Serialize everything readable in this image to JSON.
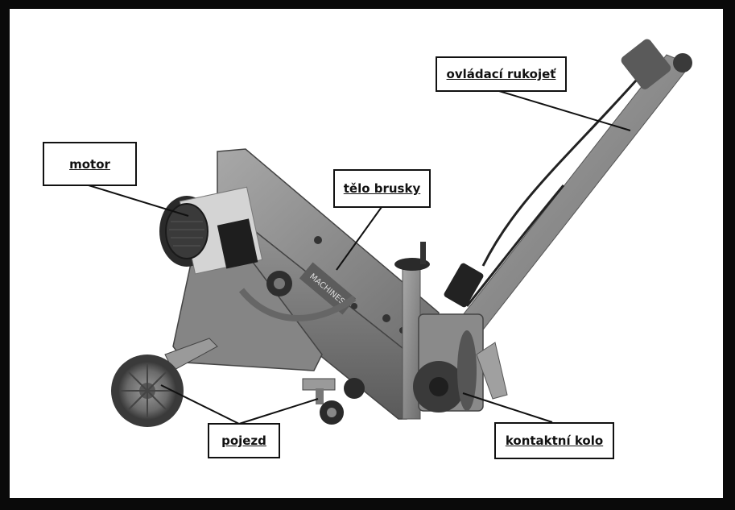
{
  "labels": {
    "ovladaci_rukojet": "ovládací rukojeť",
    "motor": "motor",
    "telo_brusky": "tělo brusky",
    "pojezd": "pojezd",
    "kontaktni_kolo": "kontaktní kolo"
  },
  "machine_branding": "MACHINES",
  "colors": {
    "background": "#ffffff",
    "border": "#0a0a0a",
    "metal": "#8c8c8c",
    "dark": "#2a2a2a"
  }
}
